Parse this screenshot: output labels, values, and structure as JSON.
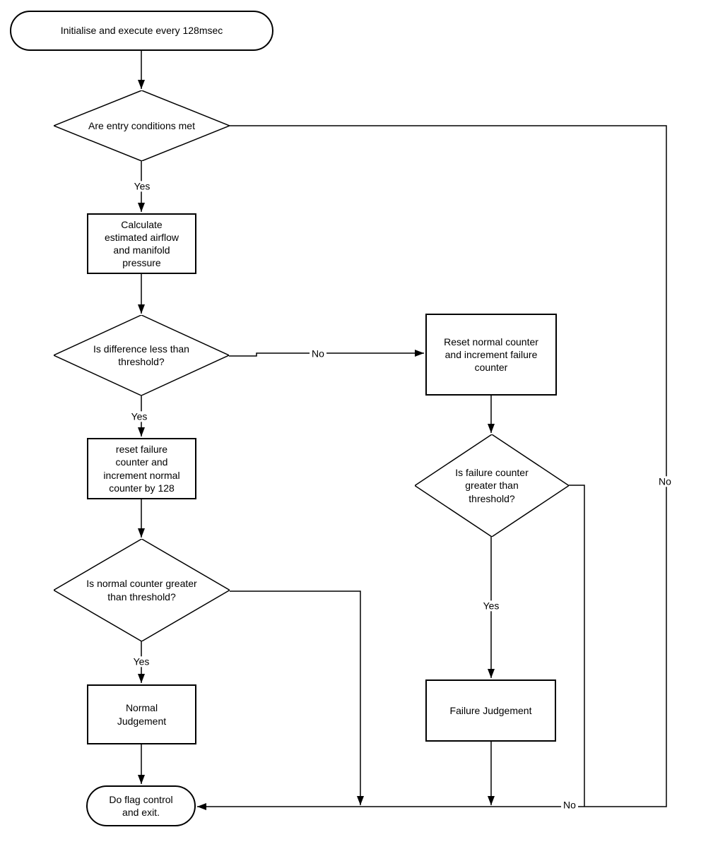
{
  "flowchart": {
    "colors": {
      "line": "#000000",
      "background": "#ffffff",
      "node_fill": "#ffffff"
    },
    "nodes": {
      "start": {
        "type": "terminator",
        "label": "Initialise and execute every 128msec"
      },
      "entry_check": {
        "type": "decision",
        "label": "Are entry conditions met"
      },
      "calculate": {
        "type": "process",
        "label": "Calculate\nestimated airflow\nand manifold\npressure"
      },
      "difference_check": {
        "type": "decision",
        "label": "Is difference less than\nthreshold?"
      },
      "reset_failure": {
        "type": "process",
        "label": "reset failure\ncounter and\nincrement normal\ncounter by 128"
      },
      "normal_check": {
        "type": "decision",
        "label": "Is normal counter greater\nthan threshold?"
      },
      "normal_judgement": {
        "type": "process",
        "label": "Normal\nJudgement"
      },
      "reset_normal": {
        "type": "process",
        "label": "Reset normal counter\nand increment failure\ncounter"
      },
      "failure_check": {
        "type": "decision",
        "label": "Is failure counter\ngreater than\nthreshold?"
      },
      "failure_judgement": {
        "type": "process",
        "label": "Failure Judgement"
      },
      "end": {
        "type": "terminator",
        "label": "Do flag control\nand exit."
      }
    },
    "edge_labels": {
      "entry_yes": "Yes",
      "entry_no": "No",
      "difference_yes": "Yes",
      "difference_no": "No",
      "normal_yes": "Yes",
      "normal_no": "",
      "failure_yes": "Yes",
      "failure_no": "No"
    }
  }
}
